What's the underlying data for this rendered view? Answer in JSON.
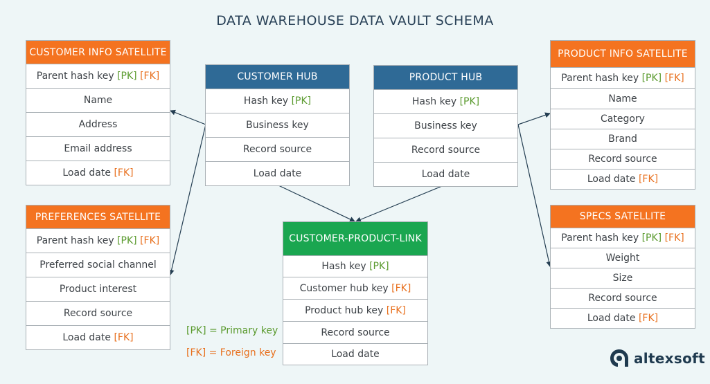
{
  "title": "DATA WAREHOUSE DATA VAULT SCHEMA",
  "key_tags": {
    "pk": "[PK]",
    "fk": "[FK]"
  },
  "tables": {
    "customer_info_satellite": {
      "header": "CUSTOMER INFO SATELLITE",
      "rows": [
        "Parent hash key",
        "Name",
        "Address",
        "Email address",
        "Load date"
      ]
    },
    "preferences_satellite": {
      "header": "PREFERENCES SATELLITE",
      "rows": [
        "Parent hash key",
        "Preferred social channel",
        "Product interest",
        "Record source",
        "Load date"
      ]
    },
    "customer_hub": {
      "header": "CUSTOMER HUB",
      "rows": [
        "Hash key",
        "Business key",
        "Record source",
        "Load date"
      ]
    },
    "product_hub": {
      "header": "PRODUCT HUB",
      "rows": [
        "Hash key",
        "Business key",
        "Record source",
        "Load date"
      ]
    },
    "customer_product_link": {
      "header": "CUSTOMER-PRODUCT-LINK",
      "rows": [
        "Hash key",
        "Customer hub key",
        "Product hub key",
        "Record source",
        "Load date"
      ]
    },
    "product_info_satellite": {
      "header": "PRODUCT INFO SATELLITE",
      "rows": [
        "Parent hash key",
        "Name",
        "Category",
        "Brand",
        "Record source",
        "Load date"
      ]
    },
    "specs_satellite": {
      "header": "SPECS SATELLITE",
      "rows": [
        "Parent hash key",
        "Weight",
        "Size",
        "Record source",
        "Load date"
      ]
    }
  },
  "legend": {
    "pk_text": "= Primary key",
    "fk_text": "= Foreign key"
  },
  "brand": "altexsoft",
  "colors": {
    "satellite": "#f47320",
    "hub": "#2f6a96",
    "link": "#1aa650",
    "pk": "#5a9a2e",
    "fk": "#e8701e",
    "arrow": "#243e52"
  }
}
